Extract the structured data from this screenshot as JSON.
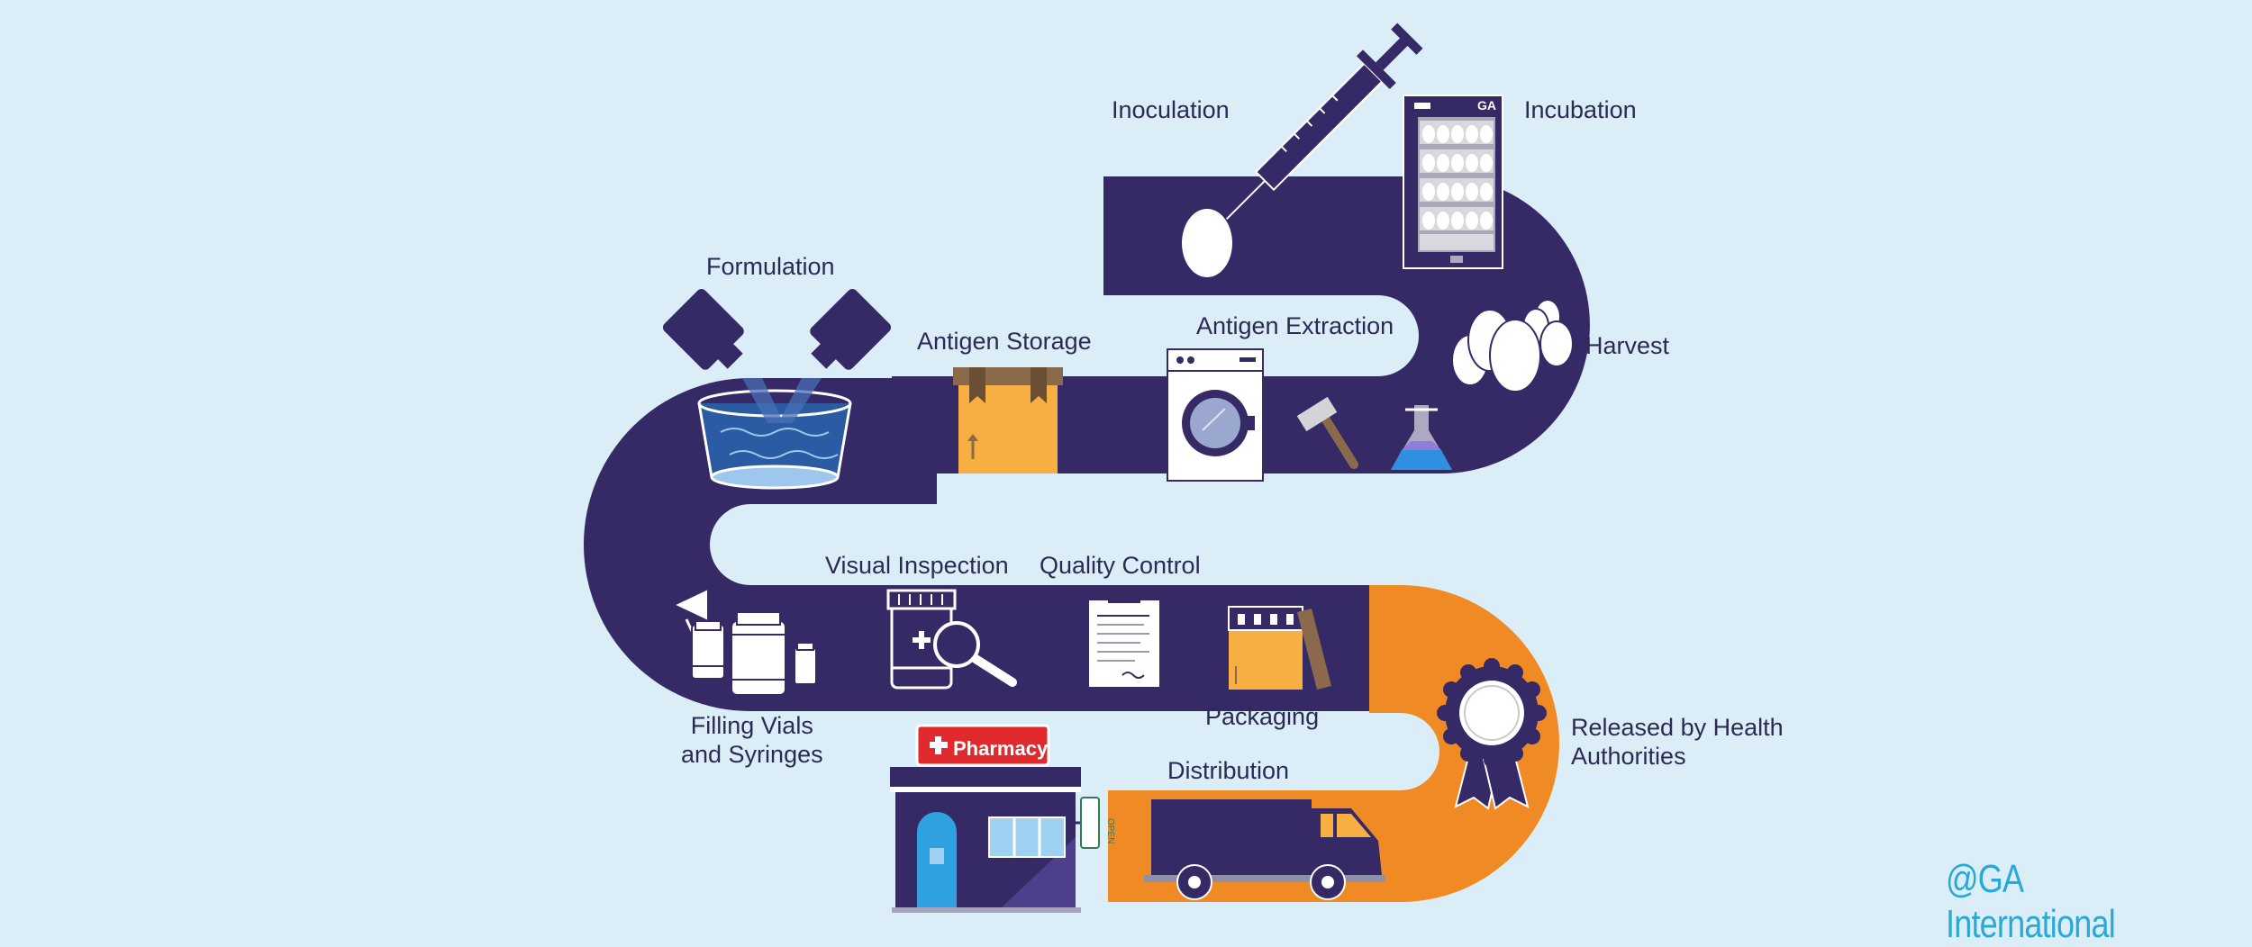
{
  "steps": {
    "inoculation": "Inoculation",
    "incubation": "Incubation",
    "harvest": "Harvest",
    "antigen_extraction": "Antigen Extraction",
    "antigen_storage": "Antigen Storage",
    "formulation": "Formulation",
    "filling": "Filling Vials\nand Syringes",
    "visual_inspection": "Visual Inspection",
    "quality_control": "Quality Control",
    "packaging": "Packaging",
    "released": "Released by Health\nAuthorities",
    "distribution": "Distribution"
  },
  "pharmacy": {
    "sign": "Pharmacy",
    "open_sign": "OPEN"
  },
  "incubator": {
    "badge": "GA"
  },
  "watermark": "@GA International",
  "colors": {
    "road": "#362a66",
    "orange": "#f08a24",
    "background": "#dbeef8",
    "label": "#2b2a55",
    "watermark": "#29a9d8",
    "pharmacy_red": "#e02a2d",
    "box": "#f7ae42"
  }
}
